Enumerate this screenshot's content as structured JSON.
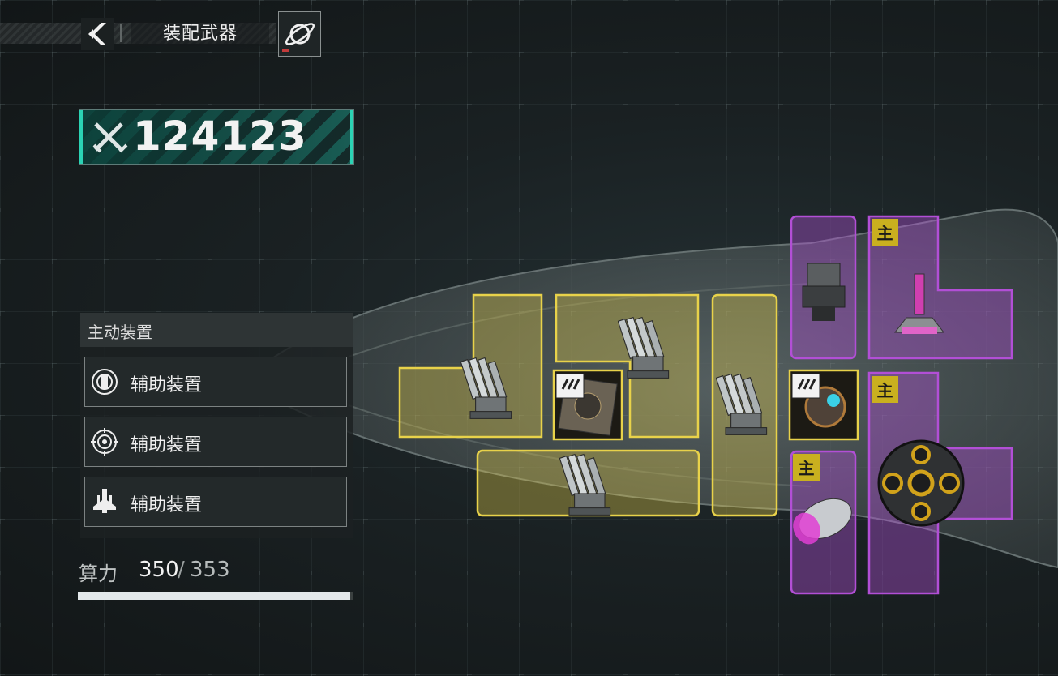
{
  "header": {
    "title": "装配武器"
  },
  "power": {
    "value": "124123"
  },
  "device_panel": {
    "title": "主动装置",
    "items": [
      {
        "label": "辅助装置",
        "icon": "shield-rings-icon"
      },
      {
        "label": "辅助装置",
        "icon": "target-reticle-icon"
      },
      {
        "label": "辅助装置",
        "icon": "fighter-ship-icon"
      }
    ]
  },
  "compute": {
    "label": "算力",
    "current": "350",
    "slash": "/",
    "max": "353",
    "fill_fraction": 0.99
  },
  "slots": {
    "badges": [
      "主",
      "主",
      "主"
    ],
    "colors": {
      "secondary": "#e8d24a",
      "main": "#b24fd6"
    }
  }
}
